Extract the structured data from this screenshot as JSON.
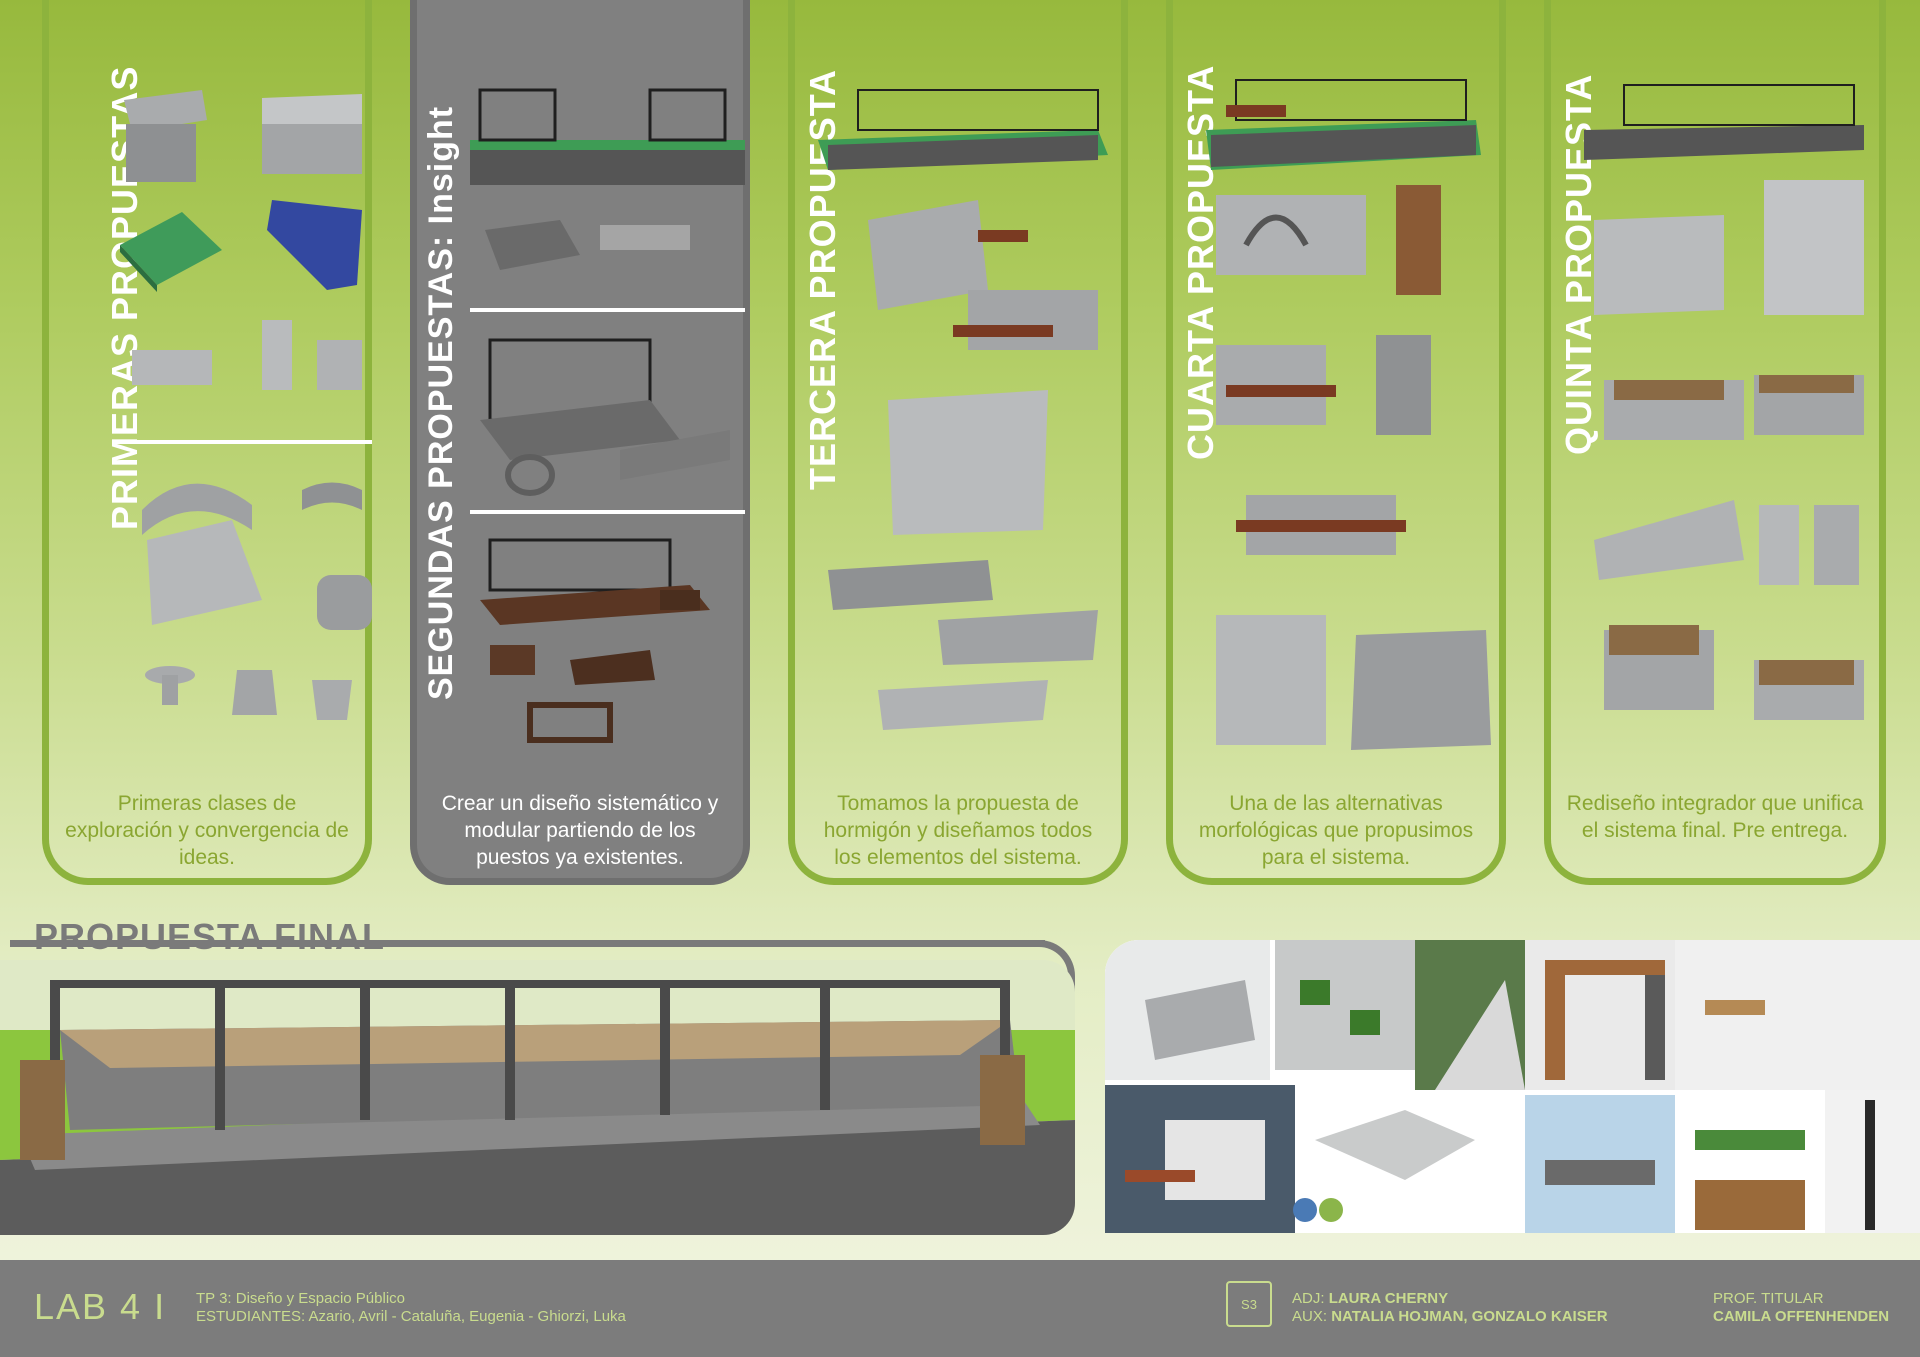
{
  "columns": [
    {
      "title": "PRIMERAS PROPUESTAS",
      "description": "Primeras clases de exploración y convergencia de ideas."
    },
    {
      "title": "SEGUNDAS PROPUESTAS: Insight",
      "description": "Crear un diseño sistemático y modular partiendo de los puestos ya existentes."
    },
    {
      "title": "TERCERA PROPUESTA",
      "description": "Tomamos la propuesta de hormigón y diseñamos todos los elementos del sistema."
    },
    {
      "title": "CUARTA PROPUESTA",
      "description": "Una de las alternativas morfológicas que propusimos para el sistema."
    },
    {
      "title": "QUINTA PROPUESTA",
      "description": "Rediseño integrador que unifica el sistema final. Pre entrega."
    }
  ],
  "final": {
    "title": "PROPUESTA FINAL"
  },
  "footer": {
    "lab": "LAB 4 I",
    "tp": "TP 3: Diseño y Espacio Público",
    "students": "ESTUDIANTES: Azario, Avril - Cataluña, Eugenia - Ghiorzi, Luka",
    "sheet": "S3",
    "adj_label": "ADJ:",
    "adj_name": "LAURA CHERNY",
    "aux_label": "AUX:",
    "aux_names": "NATALIA HOJMAN, GONZALO KAISER",
    "prof_label": "PROF. TITULAR",
    "prof_name": "CAMILA OFFENHENDEN"
  },
  "colors": {
    "green_accent": "#8db33d",
    "gray_panel": "#808080",
    "footer_bg": "#7c7c7c",
    "footer_text": "#c9dc8e"
  }
}
